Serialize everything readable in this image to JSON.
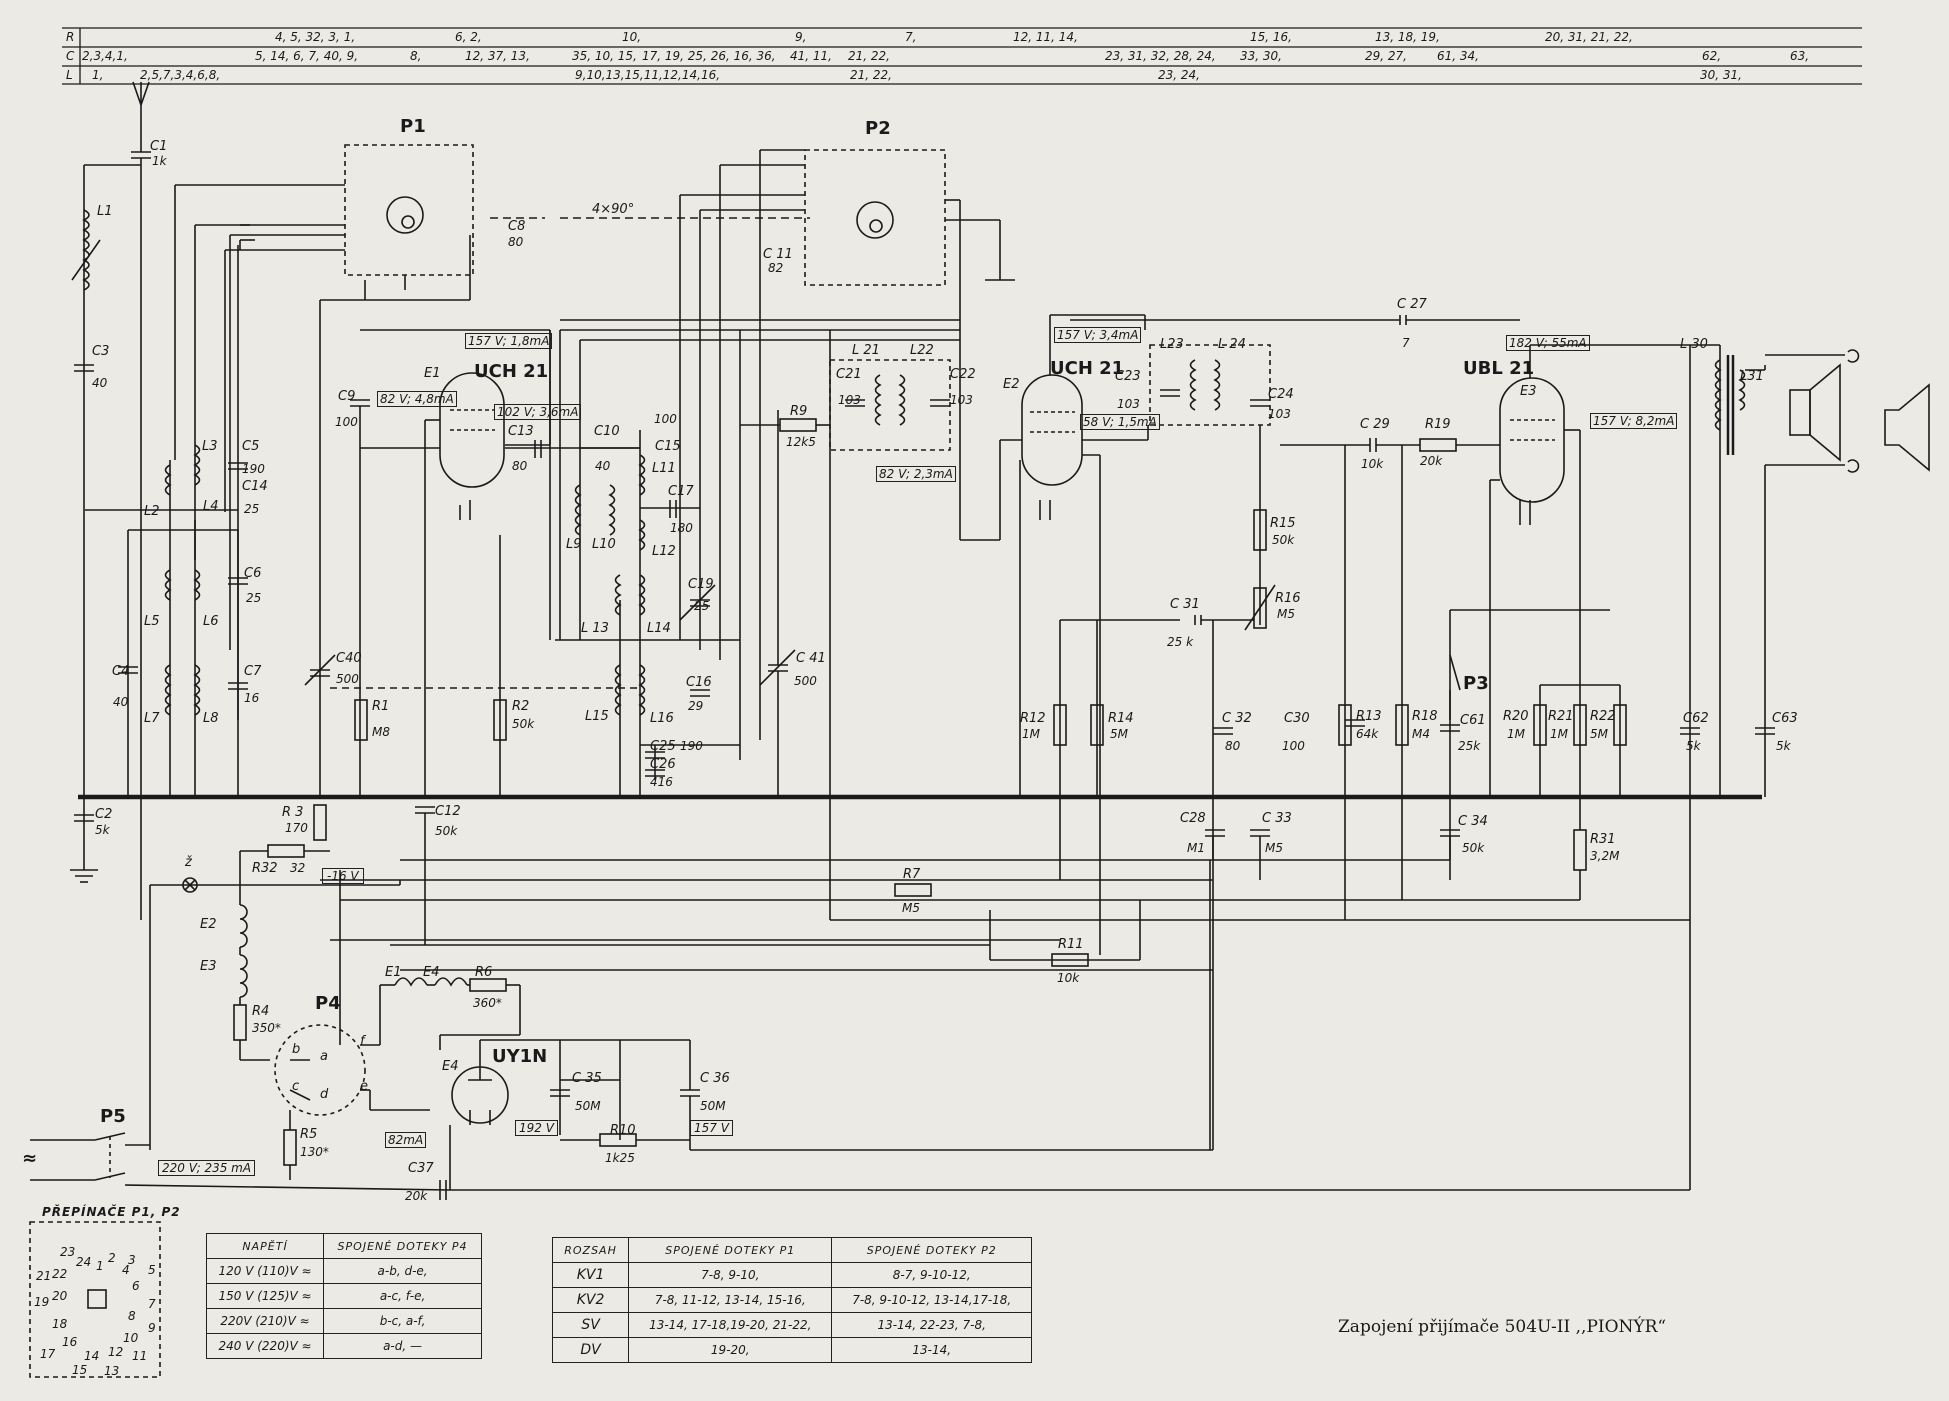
{
  "ref_table": {
    "row_labels": [
      "R",
      "C",
      "L"
    ],
    "R": [
      "4, 5, 32, 3, 1,",
      "6, 2,",
      "10,",
      "9,",
      "7,",
      "12, 11, 14,",
      "15, 16,",
      "13, 18, 19,",
      "20, 31, 21, 22,"
    ],
    "C": [
      "2,3,4,1,",
      "5, 14, 6, 7, 40, 9,",
      "8,",
      "12, 37, 13,",
      "35, 10, 15,",
      "17, 19, 25, 26, 16, 36,",
      "41, 11,",
      "21, 22,",
      "23, 31, 32, 28, 24,",
      "33, 30,",
      "29, 27,",
      "61, 34,",
      "62,",
      "63,"
    ],
    "L": [
      "1,",
      "2,5,7,3,4,6,8,",
      "9,10,13,15,11,12,14,16,",
      "21, 22,",
      "23, 24,",
      "30, 31,"
    ]
  },
  "switch_labels": {
    "p1": "P1",
    "p2": "P2",
    "p3": "P3",
    "p4": "P4",
    "p5": "P5",
    "gang": "4×90°"
  },
  "tubes": {
    "e1_ref": "E1",
    "e1_type": "UCH 21",
    "e1_v1": "157 V; 1,8mA",
    "e1_v2": "82 V; 4,8mA",
    "e1_v3": "102 V; 3,6mA",
    "e2_ref": "E2",
    "e2_type": "UCH 21",
    "e2_v1": "157 V; 3,4mA",
    "e2_v2": "58 V; 1,5mA",
    "e2_v3": "82 V; 2,3mA",
    "e3_ref": "E3",
    "e3_type": "UBL 21",
    "e3_v1": "182 V; 55mA",
    "e3_v2": "157 V; 8,2mA",
    "e4_ref": "E4",
    "e4_type": "UY1N",
    "e4_v1": "82mA"
  },
  "components": {
    "c1": "C1",
    "c1v": "1k",
    "c2": "C2",
    "c2v": "5k",
    "c3": "C3",
    "c3v": "40",
    "c4": "C4",
    "c4v": "40",
    "c5": "C5",
    "c5v": "190",
    "c14": "C14",
    "c14v": "25",
    "c6": "C6",
    "c6v": "25",
    "c7": "C7",
    "c7v": "16",
    "c8": "C8",
    "c8v": "80",
    "c9": "C9",
    "c9v": "100",
    "c10": "C10",
    "c10v": "40",
    "c11": "C 11",
    "c11v": "82",
    "c12": "C12",
    "c12v": "50k",
    "c13": "C13",
    "c13v": "80",
    "c15": "C15",
    "c15v": "100",
    "c16": "C16",
    "c16v": "29",
    "c17": "C17",
    "c17v": "180",
    "c19": "C19",
    "c19v": "25",
    "c21": "C21",
    "c21v": "103",
    "c22": "C22",
    "c22v": "103",
    "c23": "C23",
    "c23v": "103",
    "c24": "C24",
    "c24v": "103",
    "c25": "C25",
    "c25v": "190",
    "c26": "C26",
    "c26v": "416",
    "c27": "C 27",
    "c27v": "7",
    "c28": "C28",
    "c28v": "M1",
    "c29": "C 29",
    "c29v": "10k",
    "c30": "C30",
    "c30v": "100",
    "c31": "C 31",
    "c31v": "25 k",
    "c32": "C 32",
    "c32v": "80",
    "c33": "C 33",
    "c33v": "M5",
    "c34": "C 34",
    "c34v": "50k",
    "c35": "C 35",
    "c35v": "50M",
    "c36": "C 36",
    "c36v": "50M",
    "c37": "C37",
    "c37v": "20k",
    "c40": "C40",
    "c40v": "500",
    "c41": "C 41",
    "c41v": "500",
    "c61": "C61",
    "c61v": "25k",
    "c62": "C62",
    "c62v": "5k",
    "c63": "C63",
    "c63v": "5k",
    "r1": "R1",
    "r1v": "M8",
    "r2": "R2",
    "r2v": "50k",
    "r3": "R 3",
    "r3v": "170",
    "r32": "R32",
    "r32v": "32",
    "r4": "R4",
    "r4v": "350*",
    "r5": "R5",
    "r5v": "130*",
    "r6": "R6",
    "r6v": "360*",
    "r7": "R7",
    "r7v": "M5",
    "r9": "R9",
    "r9v": "12k5",
    "r10": "R10",
    "r10v": "1k25",
    "r11": "R11",
    "r11v": "10k",
    "r12": "R12",
    "r12v": "1M",
    "r13": "R13",
    "r13v": "64k",
    "r14": "R14",
    "r14v": "5M",
    "r15": "R15",
    "r15v": "50k",
    "r16": "R16",
    "r16v": "M5",
    "r18": "R18",
    "r18v": "M4",
    "r19": "R19",
    "r19v": "20k",
    "r20": "R20",
    "r20v": "1M",
    "r21": "R21",
    "r21v": "1M",
    "r22": "R22",
    "r22v": "5M",
    "r31": "R31",
    "r31v": "3,2M",
    "l1": "L1",
    "l2": "L2",
    "l3": "L3",
    "l4": "L4",
    "l5": "L5",
    "l6": "L6",
    "l7": "L7",
    "l8": "L8",
    "l9": "L9",
    "l10": "L10",
    "l11": "L11",
    "l12": "L12",
    "l13": "L 13",
    "l14": "L14",
    "l15": "L15",
    "l16": "L16",
    "l21": "L 21",
    "l22": "L22",
    "l23": "L23",
    "l24": "L 24",
    "l30": "L 30",
    "l31": "L31",
    "z": "ž",
    "e2h": "E2",
    "e3h": "E3",
    "e1h": "E1",
    "e4h": "E4",
    "minus16": "-16 V",
    "v220": "220 V; 235 mA",
    "v192": "192 V",
    "v157": "157 V",
    "mains": "≈",
    "pa": "a",
    "pb": "b",
    "pc": "c",
    "pd": "d",
    "pe": "e",
    "pf": "f"
  },
  "p12_title": "PŘEPÍNAČE P1, P2",
  "p12_pins": [
    "1",
    "2",
    "3",
    "4",
    "5",
    "6",
    "7",
    "8",
    "9",
    "10",
    "11",
    "12",
    "13",
    "14",
    "15",
    "16",
    "17",
    "18",
    "19",
    "20",
    "21",
    "22",
    "23",
    "24"
  ],
  "p4_table": {
    "headers": [
      "NAPĚTÍ",
      "SPOJENÉ DOTEKY P4"
    ],
    "rows": [
      [
        "120 V (110)V ≈",
        "a-b,   d-e,"
      ],
      [
        "150 V (125)V ≈",
        "a-c,   f-e,"
      ],
      [
        "220V (210)V ≈",
        "b-c,   a-f,"
      ],
      [
        "240 V (220)V ≈",
        "a-d,   —"
      ]
    ]
  },
  "range_table": {
    "headers": [
      "ROZSAH",
      "SPOJENÉ DOTEKY P1",
      "SPOJENÉ DOTEKY P2"
    ],
    "rows": [
      [
        "KV1",
        "7-8,  9-10,",
        "8-7,  9-10-12,"
      ],
      [
        "KV2",
        "7-8,  11-12, 13-14, 15-16,",
        "7-8,  9-10-12,  13-14,17-18,"
      ],
      [
        "SV",
        "13-14, 17-18,19-20, 21-22,",
        "13-14,  22-23,  7-8,"
      ],
      [
        "DV",
        "19-20,",
        "13-14,"
      ]
    ]
  },
  "caption": "Zapojení přijímače 504U-II ,,PIONÝR“"
}
